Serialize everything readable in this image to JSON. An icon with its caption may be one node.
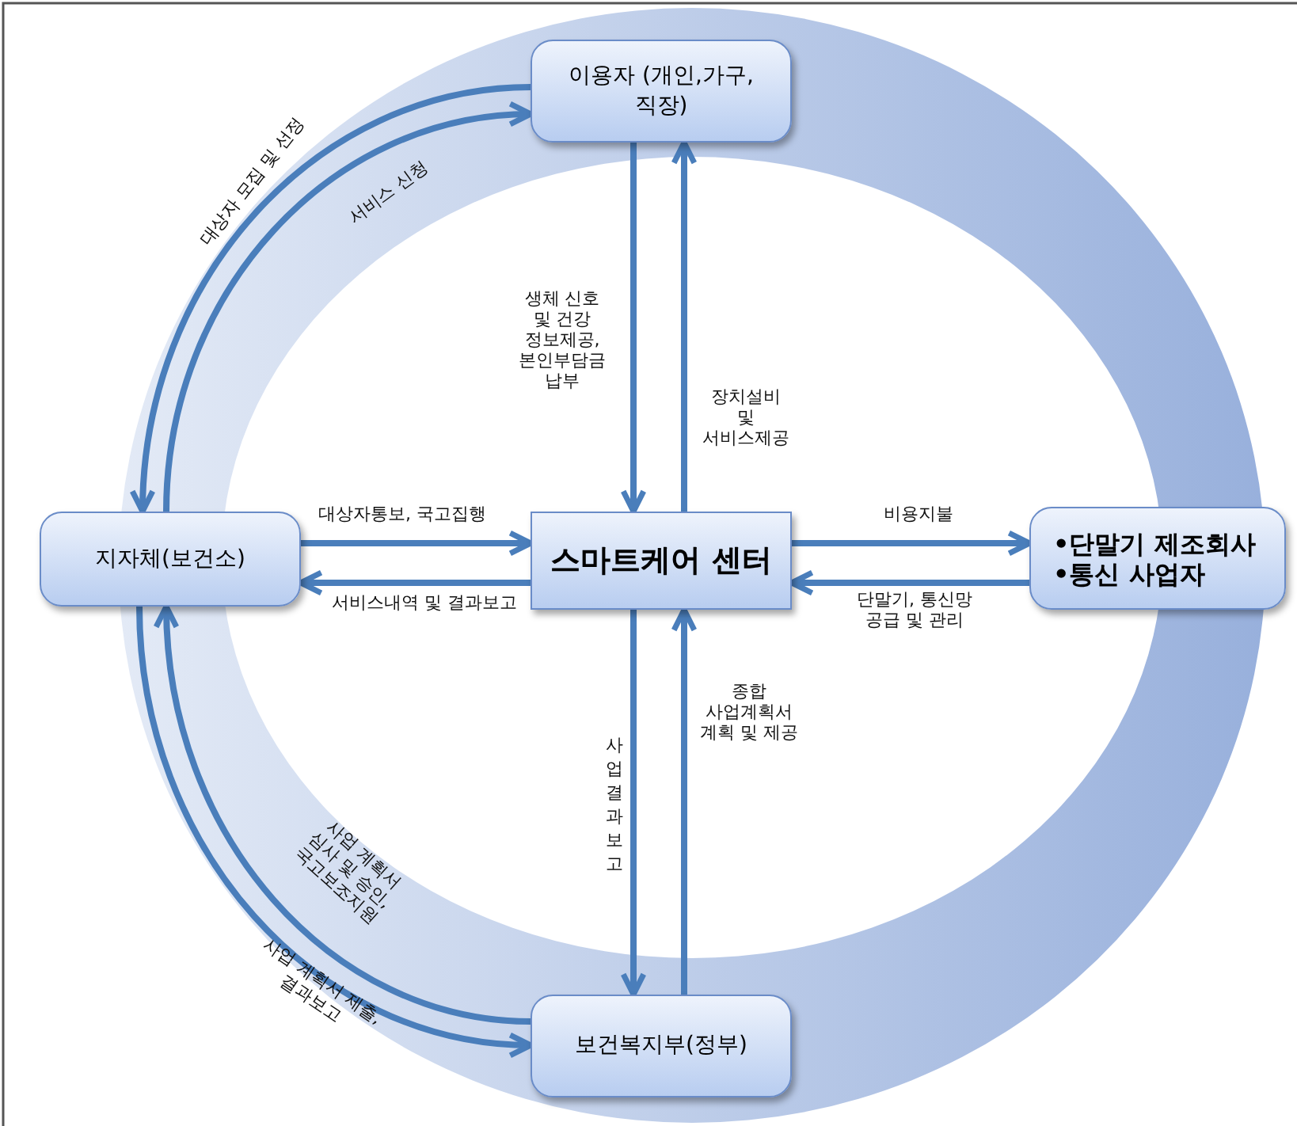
{
  "diagram": {
    "nodes": [
      {
        "text": [
          "이용자 (개인,가구,직장)"
        ]
      },
      {
        "text": [
          "지자체(보건소)"
        ]
      },
      {
        "text": [
          "스마트케어 센터"
        ]
      },
      {
        "text": [
          "•단말기 제조회사",
          "•통신 사업자"
        ]
      },
      {
        "text": [
          "보건복지부(정부)"
        ]
      }
    ],
    "edges": [
      {
        "from": 0,
        "to": 1,
        "arrow": "to",
        "label": "대상자 모집 및 선정"
      },
      {
        "from": 1,
        "to": 0,
        "arrow": "to",
        "label": "서비스 신청"
      },
      {
        "from": 0,
        "to": 2,
        "arrow": "to",
        "label": "생체 신호 및 건강 정보제공, 본인부담금 납부"
      },
      {
        "from": 2,
        "to": 0,
        "arrow": "to",
        "label": "장치설비 및 서비스제공"
      },
      {
        "from": 1,
        "to": 2,
        "arrow": "to",
        "label": "대상자통보, 국고집행"
      },
      {
        "from": 2,
        "to": 1,
        "arrow": "to",
        "label": "서비스내역 및 결과보고"
      },
      {
        "from": 2,
        "to": 3,
        "arrow": "to",
        "label": "비용지불"
      },
      {
        "from": 3,
        "to": 2,
        "arrow": "to",
        "label": "단말기, 통신망 공급 및 관리"
      },
      {
        "from": 2,
        "to": 4,
        "arrow": "to",
        "label": "사업결과보고"
      },
      {
        "from": 4,
        "to": 2,
        "arrow": "to",
        "label": "종합 사업계획서 계획 및 제공"
      },
      {
        "from": 4,
        "to": 1,
        "arrow": "to",
        "label": "사업 계획서 심사 및 승인, 국고보조지원"
      },
      {
        "from": 1,
        "to": 4,
        "arrow": "to",
        "label": "사업 계획서 제출, 결과보고"
      }
    ]
  }
}
